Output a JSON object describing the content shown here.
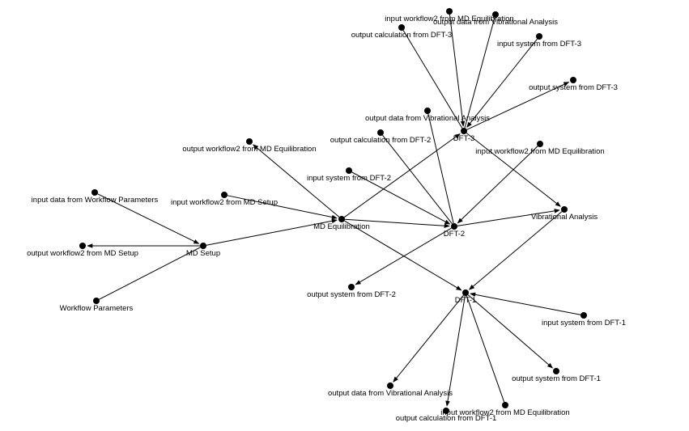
{
  "colors": {
    "node": "#000000",
    "edge": "#000000",
    "background": "#ffffff"
  },
  "nodes": [
    {
      "id": "workflow-params",
      "label": "Workflow Parameters"
    },
    {
      "id": "input-data-wp",
      "label": "input data from Workflow Parameters"
    },
    {
      "id": "md-setup",
      "label": "MD Setup"
    },
    {
      "id": "out-wf2-mds",
      "label": "output workflow2 from MD Setup"
    },
    {
      "id": "in-wf2-mds",
      "label": "input workflow2 from MD Setup"
    },
    {
      "id": "md-eq",
      "label": "MD Equilibration"
    },
    {
      "id": "out-wf2-mdeq",
      "label": "output workflow2 from MD Equilibration"
    },
    {
      "id": "in-sys-dft2",
      "label": "input system from DFT-2"
    },
    {
      "id": "dft2",
      "label": "DFT-2"
    },
    {
      "id": "out-calc-dft2",
      "label": "output calculation from DFT-2"
    },
    {
      "id": "out-data-va-2",
      "label": "output data from Vibrational Analysis"
    },
    {
      "id": "out-sys-dft2",
      "label": "output system from DFT-2"
    },
    {
      "id": "dft3",
      "label": "DFT-3"
    },
    {
      "id": "in-wf2-mdeq-3",
      "label": "input workflow2 from MD Equilibration"
    },
    {
      "id": "out-data-va-3",
      "label": "output data from Vibrational Analysis"
    },
    {
      "id": "out-calc-dft3",
      "label": "output calculation from DFT-3"
    },
    {
      "id": "in-sys-dft3",
      "label": "input system from DFT-3"
    },
    {
      "id": "out-sys-dft3",
      "label": "output system from DFT-3"
    },
    {
      "id": "in-wf2-mdeq-2",
      "label": "input workflow2 from MD Equilibration"
    },
    {
      "id": "va",
      "label": "Vibrational Analysis"
    },
    {
      "id": "dft1",
      "label": "DFT-1"
    },
    {
      "id": "in-sys-dft1",
      "label": "input system from DFT-1"
    },
    {
      "id": "out-sys-dft1",
      "label": "output system from DFT-1"
    },
    {
      "id": "out-data-va-1",
      "label": "output data from Vibrational Analysis"
    },
    {
      "id": "out-calc-dft1",
      "label": "output calculation from DFT-1"
    },
    {
      "id": "in-wf2-mdeq-1",
      "label": "input workflow2 from MD Equilibration"
    }
  ],
  "edges": [
    {
      "from": "workflow-params",
      "to": "md-setup",
      "arrow": false
    },
    {
      "from": "input-data-wp",
      "to": "md-setup",
      "arrow": true
    },
    {
      "from": "md-setup",
      "to": "out-wf2-mds",
      "arrow": true
    },
    {
      "from": "md-setup",
      "to": "md-eq",
      "arrow": true
    },
    {
      "from": "in-wf2-mds",
      "to": "md-eq",
      "arrow": true
    },
    {
      "from": "md-eq",
      "to": "out-wf2-mdeq",
      "arrow": true
    },
    {
      "from": "md-eq",
      "to": "dft2",
      "arrow": true
    },
    {
      "from": "md-eq",
      "to": "dft3",
      "arrow": true
    },
    {
      "from": "md-eq",
      "to": "dft1",
      "arrow": true
    },
    {
      "from": "in-sys-dft2",
      "to": "dft2",
      "arrow": true
    },
    {
      "from": "out-calc-dft2",
      "to": "dft2",
      "arrow": false
    },
    {
      "from": "out-data-va-2",
      "to": "dft2",
      "arrow": false
    },
    {
      "from": "dft2",
      "to": "out-sys-dft2",
      "arrow": true
    },
    {
      "from": "dft2",
      "to": "va",
      "arrow": true
    },
    {
      "from": "in-wf2-mdeq-2",
      "to": "dft2",
      "arrow": true
    },
    {
      "from": "in-wf2-mdeq-3",
      "to": "dft3",
      "arrow": true
    },
    {
      "from": "out-data-va-3",
      "to": "dft3",
      "arrow": false
    },
    {
      "from": "out-calc-dft3",
      "to": "dft3",
      "arrow": false
    },
    {
      "from": "in-sys-dft3",
      "to": "dft3",
      "arrow": true
    },
    {
      "from": "dft3",
      "to": "out-sys-dft3",
      "arrow": true
    },
    {
      "from": "dft3",
      "to": "va",
      "arrow": true
    },
    {
      "from": "va",
      "to": "dft1",
      "arrow": true
    },
    {
      "from": "in-sys-dft1",
      "to": "dft1",
      "arrow": true
    },
    {
      "from": "dft1",
      "to": "out-sys-dft1",
      "arrow": true
    },
    {
      "from": "dft1",
      "to": "out-data-va-1",
      "arrow": true
    },
    {
      "from": "dft1",
      "to": "out-calc-dft1",
      "arrow": true
    },
    {
      "from": "in-wf2-mdeq-1",
      "to": "dft1",
      "arrow": false
    }
  ]
}
